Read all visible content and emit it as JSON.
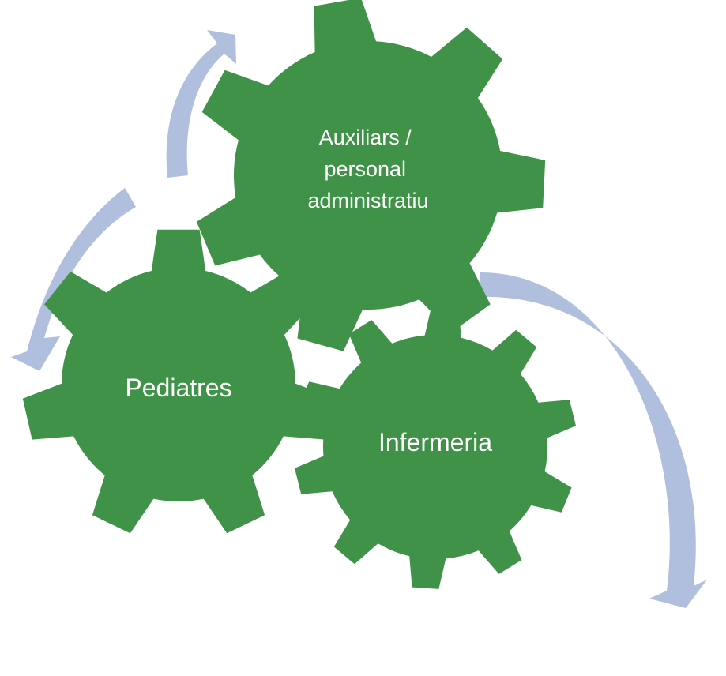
{
  "diagram": {
    "gears": [
      {
        "id": "auxiliars",
        "lines": [
          "Auxiliars /",
          "personal",
          "administratiu"
        ]
      },
      {
        "id": "pediatres",
        "lines": [
          "Pediatres"
        ]
      },
      {
        "id": "infermeria",
        "lines": [
          "Infermeria"
        ]
      }
    ],
    "colors": {
      "gear_fill": "#3F9248",
      "arrow_fill": "#B0BFDD",
      "label_text": "#FFFFFF"
    }
  }
}
